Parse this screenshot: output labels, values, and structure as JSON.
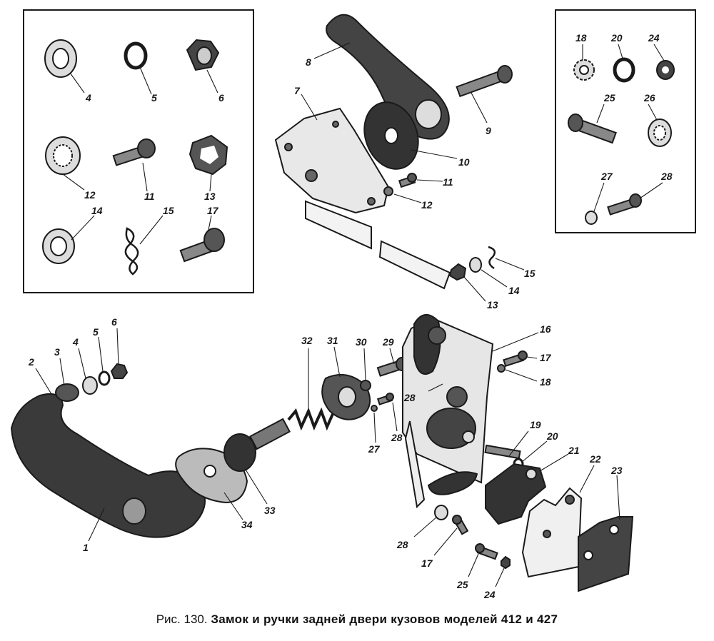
{
  "caption": {
    "prefix": "Рис. 130.",
    "title": "Замок и ручки задней двери кузовов моделей 412 и 427"
  },
  "callouts": {
    "l1_4": "4",
    "l1_5": "5",
    "l1_6": "6",
    "l1_12": "12",
    "l1_11": "11",
    "l1_13": "13",
    "l1_14": "14",
    "l1_15": "15",
    "l1_17": "17",
    "r_18": "18",
    "r_20": "20",
    "r_24": "24",
    "r_25": "25",
    "r_26": "26",
    "r_27": "27",
    "r_28": "28",
    "t_8": "8",
    "t_7": "7",
    "t_9": "9",
    "t_10": "10",
    "t_11": "11",
    "t_12": "12",
    "t_15": "15",
    "t_14": "14",
    "t_13": "13",
    "b_2": "2",
    "b_3": "3",
    "b_4": "4",
    "b_5": "5",
    "b_6": "6",
    "b_1": "1",
    "b_32": "32",
    "b_31": "31",
    "b_30": "30",
    "b_29": "29",
    "b_28a": "28",
    "b_28b": "28",
    "b_27": "27",
    "b_33": "33",
    "b_34": "34",
    "b_16": "16",
    "b_17a": "17",
    "b_18": "18",
    "b_19": "19",
    "b_20": "20",
    "b_21": "21",
    "b_22": "22",
    "b_23": "23",
    "b_28c": "28",
    "b_17b": "17",
    "b_25": "25",
    "b_24": "24"
  }
}
